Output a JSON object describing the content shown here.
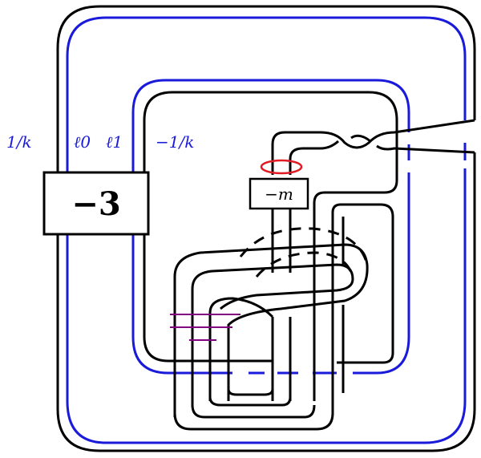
{
  "colors": {
    "knot": "#000000",
    "blue_component": "#1a1adb",
    "red_component": "#e01b24",
    "purple_bands": "#800080",
    "background": "#ffffff"
  },
  "labels": {
    "outer_coefficient": "1/k",
    "ell0": "ℓ0",
    "ell1": "ℓ1",
    "inner_coefficient": "−1/k"
  },
  "boxes": {
    "twist_box": "−3",
    "m_box": "−m"
  }
}
